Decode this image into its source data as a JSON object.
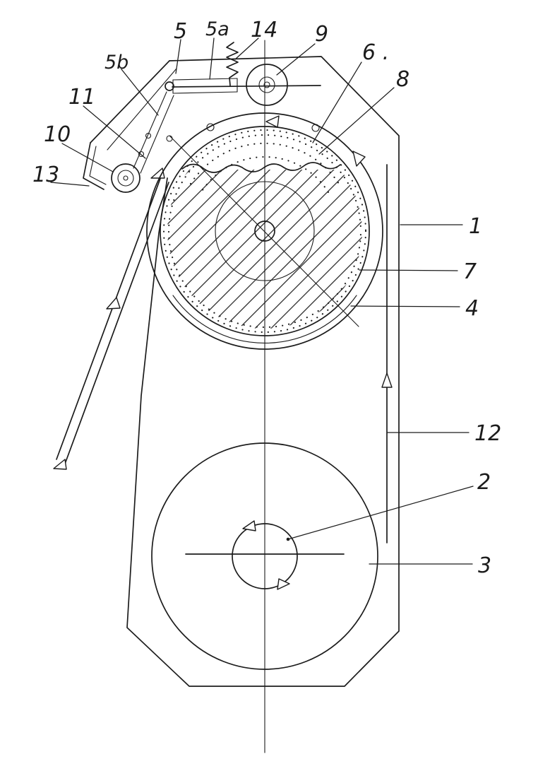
{
  "figure": {
    "kind": "patent-technical-drawing",
    "colors": {
      "ink": "#1c1c1c",
      "paper": "#ffffff"
    }
  },
  "labels": {
    "l5": "5",
    "l5a": "5a",
    "l14": "14",
    "l9": "9",
    "l6": "6 .",
    "l8": "8",
    "l5b": "5b",
    "l11": "11",
    "l10": "10",
    "l13": "13",
    "l1": "1",
    "l7": "7",
    "l4": "4",
    "l12": "12",
    "l2": "2",
    "l3": "3"
  }
}
